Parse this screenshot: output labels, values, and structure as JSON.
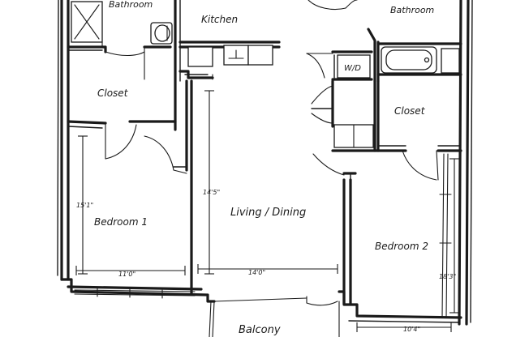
{
  "rooms": {
    "bathroom_left": "Bathroom",
    "kitchen": "Kitchen",
    "bathroom_right": "Bathroom",
    "wd": "W/D",
    "closet_left": "Closet",
    "closet_right": "Closet",
    "living_dining": "Living / Dining",
    "bedroom_1": "Bedroom 1",
    "bedroom_2": "Bedroom 2",
    "balcony": "Balcony"
  },
  "dimensions": {
    "bedroom_1_height": "15'1\"",
    "bedroom_1_width": "11'0\"",
    "living_height": "14'5\"",
    "living_width": "14'0\"",
    "bedroom_2_height": "18'3\"",
    "bedroom_2_width": "10'4\""
  }
}
